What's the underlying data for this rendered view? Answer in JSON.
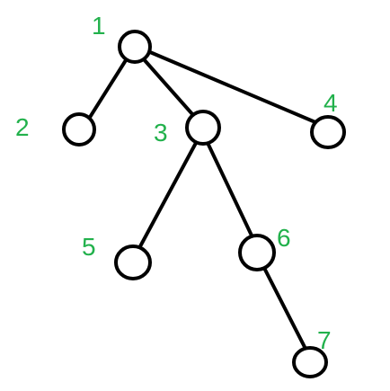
{
  "diagram": {
    "type": "tree",
    "colors": {
      "background": "#ffffff",
      "edge": "#000000",
      "node_stroke": "#000000",
      "node_fill": "#ffffff",
      "label": "#22b14c"
    },
    "nodes": [
      {
        "id": "n1",
        "label": "1"
      },
      {
        "id": "n2",
        "label": "2"
      },
      {
        "id": "n3",
        "label": "3"
      },
      {
        "id": "n4",
        "label": "4"
      },
      {
        "id": "n5",
        "label": "5"
      },
      {
        "id": "n6",
        "label": "6"
      },
      {
        "id": "n7",
        "label": "7"
      }
    ],
    "edges": [
      {
        "from": "n1",
        "to": "n2"
      },
      {
        "from": "n1",
        "to": "n3"
      },
      {
        "from": "n1",
        "to": "n4"
      },
      {
        "from": "n3",
        "to": "n5"
      },
      {
        "from": "n3",
        "to": "n6"
      },
      {
        "from": "n6",
        "to": "n7"
      }
    ]
  }
}
